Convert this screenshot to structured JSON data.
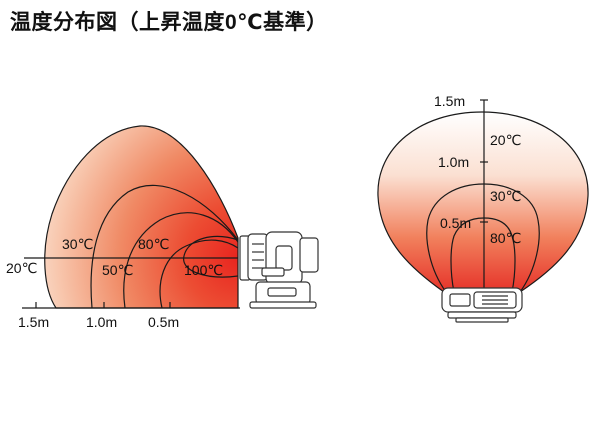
{
  "title": "温度分布図（上昇温度0℃基準）",
  "side_view": {
    "temperature_labels": [
      "20℃",
      "30℃",
      "50℃",
      "80℃",
      "100℃"
    ],
    "distance_labels": [
      "1.5m",
      "1.0m",
      "0.5m"
    ]
  },
  "front_view": {
    "height_labels": [
      "1.5m",
      "1.0m",
      "0.5m"
    ],
    "temperature_labels": [
      "20℃",
      "30℃",
      "80℃"
    ]
  },
  "colors": {
    "heat_hot": "#e8342b",
    "heat_warm": "#ef7a55",
    "heat_cool": "#fbe2d3",
    "outline": "#1a1a1a"
  }
}
